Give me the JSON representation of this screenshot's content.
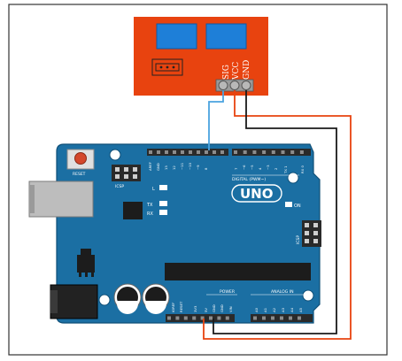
{
  "colors": {
    "module": "#e8430f",
    "relay": "#1e7fd8",
    "board": "#1b6fa3",
    "board_dark": "#0f4f78",
    "header": "#2a2a2a",
    "wire_sig": "#4aa3df",
    "wire_vcc": "#e8430f",
    "wire_gnd": "#1a1a1a"
  },
  "module": {
    "pins": [
      "SIG",
      "VCC",
      "GND"
    ]
  },
  "board": {
    "reset_label": "RESET",
    "icsp_top_label": "ICSP",
    "icsp_right_label": "ICSP",
    "digital_label": "DIGITAL (PWM~)",
    "uno_label": "UNO",
    "l_label": "L",
    "tx_label": "TX",
    "rx_label": "RX",
    "on_label": "ON",
    "aref_label": "AREF",
    "gnd_top_label": "GND",
    "digital_pins": [
      "13",
      "12",
      "~11",
      "~10",
      "~9",
      "8",
      "7",
      "~6",
      "~5",
      "4",
      "~3",
      "2",
      "TX 1",
      "RX 0"
    ],
    "power_title": "POWER",
    "analog_title": "ANALOG IN",
    "power_pins": [
      "IOREF",
      "RESET",
      "3V3",
      "5V",
      "GND",
      "GND",
      "VIN"
    ],
    "analog_pins": [
      "A0",
      "A1",
      "A2",
      "A3",
      "A4",
      "A5"
    ]
  }
}
